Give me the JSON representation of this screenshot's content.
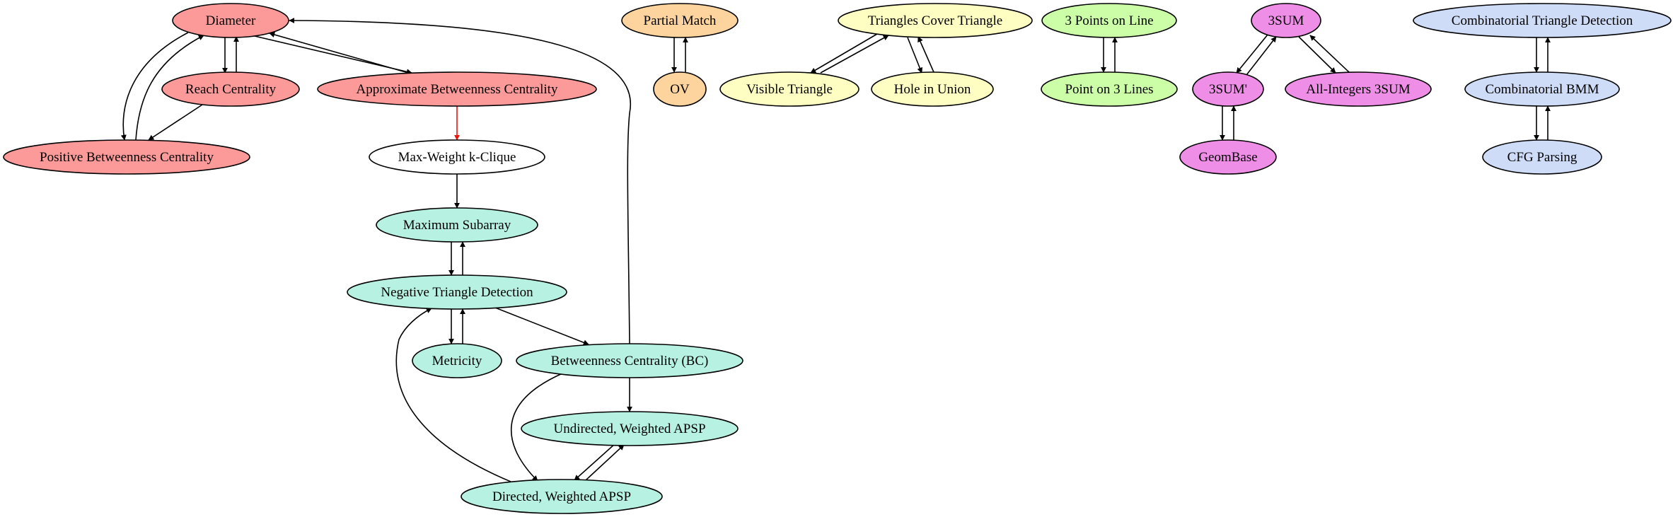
{
  "colors": {
    "red_group": "#fb9a99",
    "white_group": "#ffffff",
    "teal_group": "#b6f1e1",
    "orange_group": "#fdd49e",
    "yellow_group": "#fefec2",
    "green_group": "#ccfea7",
    "violet_group": "#ee8ee6",
    "blue_group": "#cfdcf7",
    "edge_default": "#000000",
    "edge_highlight": "#e8150d"
  },
  "nodes": {
    "diameter": "Diameter",
    "reach_centrality": "Reach Centrality",
    "approx_bc": "Approximate Betweenness Centrality",
    "positive_bc": "Positive Betweenness Centrality",
    "max_weight_k_clique": "Max-Weight k-Clique",
    "maximum_subarray": "Maximum Subarray",
    "negative_triangle": "Negative Triangle Detection",
    "metricity": "Metricity",
    "betweenness_centrality": "Betweenness Centrality (BC)",
    "undirected_apsp": "Undirected, Weighted APSP",
    "directed_apsp": "Directed, Weighted APSP",
    "partial_match": "Partial Match",
    "ov": "OV",
    "triangles_cover": "Triangles Cover Triangle",
    "visible_triangle": "Visible Triangle",
    "hole_in_union": "Hole in Union",
    "three_points_on_line": "3 Points on Line",
    "point_on_three_lines": "Point on 3 Lines",
    "three_sum": "3SUM",
    "three_sum_prime": "3SUM'",
    "all_integers_3sum": "All-Integers 3SUM",
    "geombase": "GeomBase",
    "comb_triangle_detection": "Combinatorial Triangle Detection",
    "comb_bmm": "Combinatorial BMM",
    "cfg_parsing": "CFG Parsing"
  }
}
